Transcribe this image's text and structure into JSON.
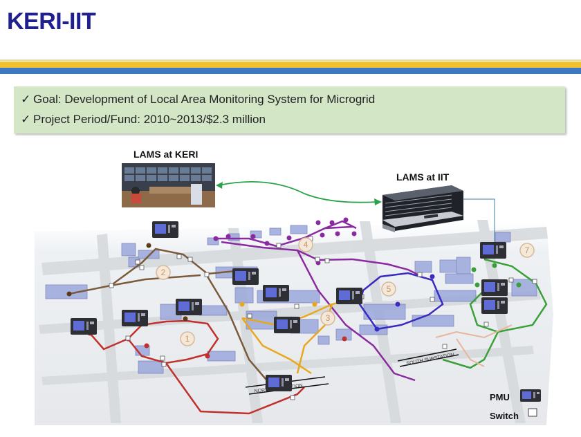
{
  "slide": {
    "title": "KERI-IIT",
    "bullets": [
      "Goal: Development of Local Area Monitoring System for Microgrid",
      "Project Period/Fund: 2010~2013/$2.3 million"
    ],
    "check_glyph": "✓"
  },
  "diagram": {
    "lams_keri_label": "LAMS at KERI",
    "lams_iit_label": "LAMS at IIT",
    "zone_numbers": [
      "1",
      "2",
      "3",
      "4",
      "5",
      "7"
    ],
    "substation_labels": [
      "NORTH SUBSTATION",
      "SOUTH SUBSTATION"
    ],
    "link_color": "#2aa34a",
    "loop_colors": {
      "zone1": "#c0302c",
      "zone2": "#7a5a3a",
      "zone3": "#e8a81c",
      "zone4": "#8a2aa0",
      "zone5": "#3a2ac0",
      "zone7": "#3aa03a"
    }
  },
  "legend": {
    "pmu_label": "PMU",
    "switch_label": "Switch",
    "pmu_icon": "pmu-device-icon",
    "switch_icon": "switch-square-icon"
  }
}
